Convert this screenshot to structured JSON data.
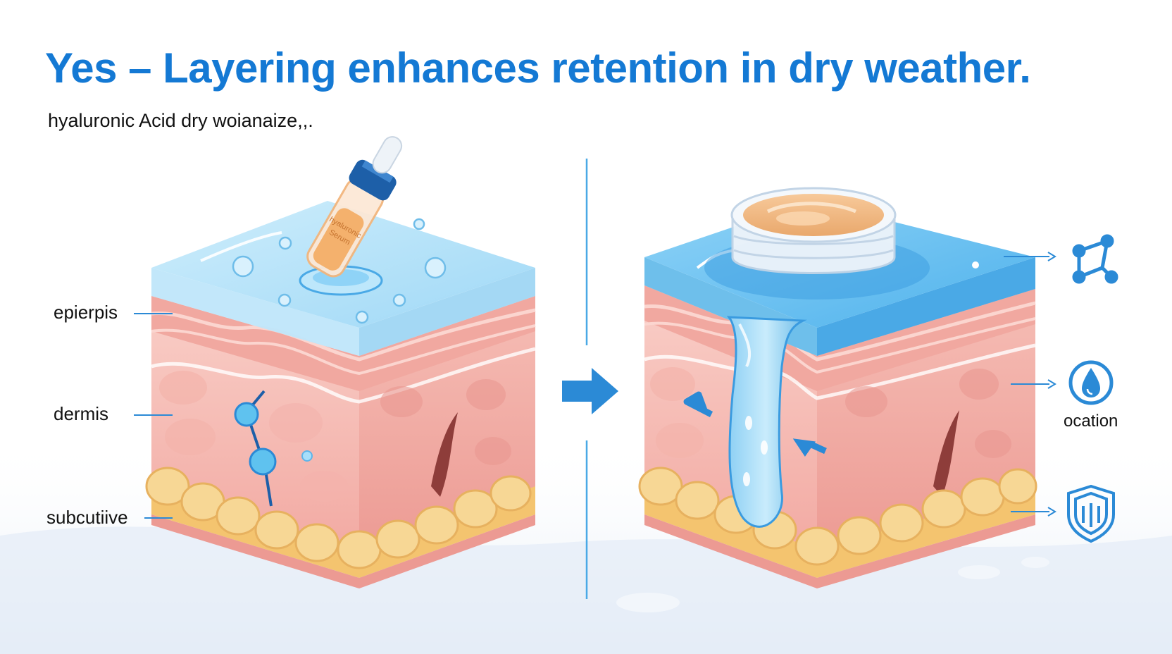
{
  "headline": "Yes – Layering enhances retention in dry weather.",
  "subheadline": "hyaluronic Acid dry woianaize,,.",
  "left_panel": {
    "layer_labels": {
      "epidermis": "epierpis",
      "dermis": "dermis",
      "subcutis": "subcutiive"
    },
    "bottle_label": [
      "hyaluronic",
      "Serum"
    ]
  },
  "right_panel": {
    "icons": [
      {
        "icon": "molecule-icon",
        "label": ""
      },
      {
        "icon": "water-drop-icon",
        "label": "ocation"
      },
      {
        "icon": "shield-icon",
        "label": ""
      }
    ]
  },
  "colors": {
    "title_blue": "#1479d4",
    "water_blue": "#7ec8f0",
    "skin_pink": "#f6c4bd",
    "fat_yellow": "#f7d795",
    "accent_blue": "#2b8ad6"
  }
}
